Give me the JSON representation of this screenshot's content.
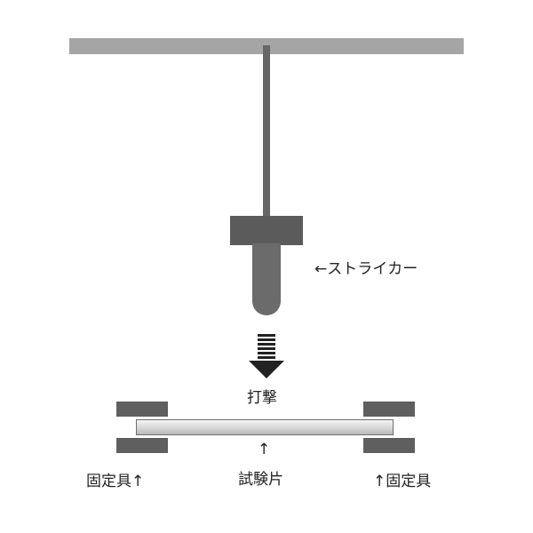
{
  "labels": {
    "striker": "←ストライカー",
    "impact": "打撃",
    "specimen_arrow": "↑",
    "specimen": "試験片",
    "fixture_left": "固定具↑",
    "fixture_right": "↑固定具"
  },
  "colors": {
    "ceiling": "#a5a5a5",
    "striker_rod": "#666666",
    "striker_head": "#5b5b5b",
    "clamp": "#5f5f5f",
    "arrow": "#222222"
  },
  "icons": {
    "impact_arrow": "down-arrow-icon"
  }
}
